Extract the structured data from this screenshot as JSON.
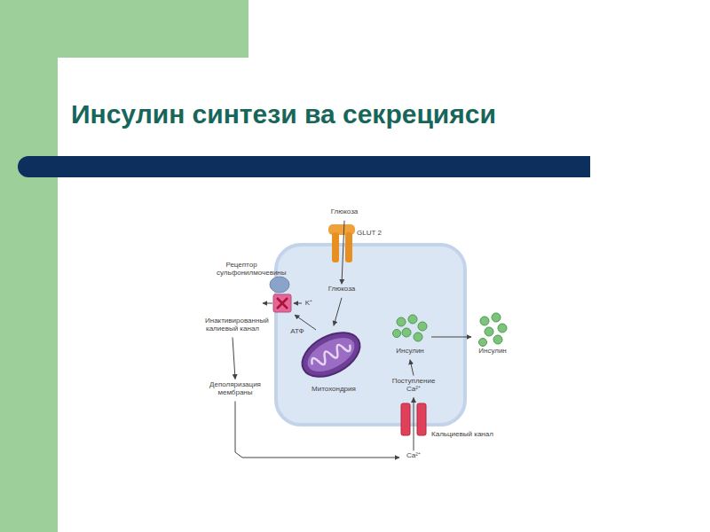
{
  "diagram": {
    "title": "Инсулин синтези ва секрецияси",
    "nodes": [
      {
        "text": [
          "Глюкоза"
        ]
      },
      {
        "text": [
          "Глюкоза"
        ]
      },
      {
        "text": [
          "Митохондрия"
        ]
      },
      {
        "text": [
          "Инактивированный калиевый канал"
        ]
      },
      {
        "text": [
          "Деполяризация мембраны"
        ]
      },
      {
        "text": [
          "Поступление Ca²⁺"
        ]
      },
      {
        "text": [
          "Инсулин"
        ]
      },
      {
        "text": [
          "Инсулин"
        ]
      },
      {
        "text": [
          "Ca²⁺"
        ]
      }
    ],
    "edges": [
      {
        "from": 0,
        "to": 1,
        "arrow": "to"
      },
      {
        "from": 1,
        "to": 2,
        "arrow": "to"
      },
      {
        "from": 3,
        "to": 4,
        "arrow": "to"
      },
      {
        "from": 4,
        "to": 8,
        "arrow": "to"
      },
      {
        "from": 8,
        "to": 5,
        "arrow": "to"
      },
      {
        "from": 5,
        "to": 6,
        "arrow": "to"
      },
      {
        "from": 6,
        "to": 7,
        "arrow": "to"
      }
    ],
    "labels": [
      "GLUT 2",
      "Рецептор сульфонилмочевины",
      "K⁺",
      "АТФ",
      "Кальциевый канал"
    ]
  }
}
